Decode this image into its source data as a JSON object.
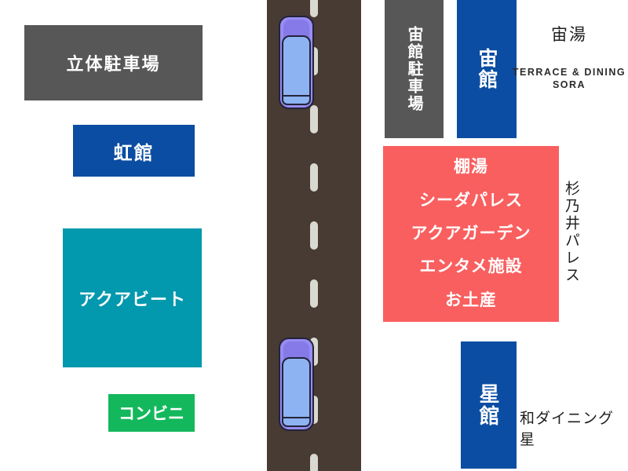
{
  "buildings": {
    "parking_garage": {
      "label": "立体駐車場",
      "color": "#575757"
    },
    "niji_kan": {
      "label": "虹館",
      "color": "#0b4da2"
    },
    "aqua_beat": {
      "label": "アクアビート",
      "color": "#0298ae"
    },
    "konbini": {
      "label": "コンビニ",
      "color": "#14b85c"
    },
    "sora_parking": {
      "label": "宙館駐車場",
      "color": "#575757"
    },
    "sora_kan": {
      "label": "宙館",
      "color": "#0b4da2"
    },
    "palace": {
      "color": "#f95f5f",
      "facilities": [
        "棚湯",
        "シーダパレス",
        "アクアガーデン",
        "エンタメ施設",
        "お土産"
      ]
    },
    "hoshi_kan": {
      "label": "星館",
      "color": "#0b4da2"
    }
  },
  "annotations": {
    "sora_yu": "宙湯",
    "terrace_dining_line1": "TERRACE & DINING",
    "terrace_dining_line2": "SORA",
    "suginoi_palace": "杉乃井パレス",
    "wa_dining": "和ダイニング星"
  },
  "road": {
    "color": "#473b33",
    "lane_marking_color": "#d9d9d1",
    "car_body_color": "#988df2",
    "car_window_color": "#8db3f2",
    "car_count": 2
  }
}
